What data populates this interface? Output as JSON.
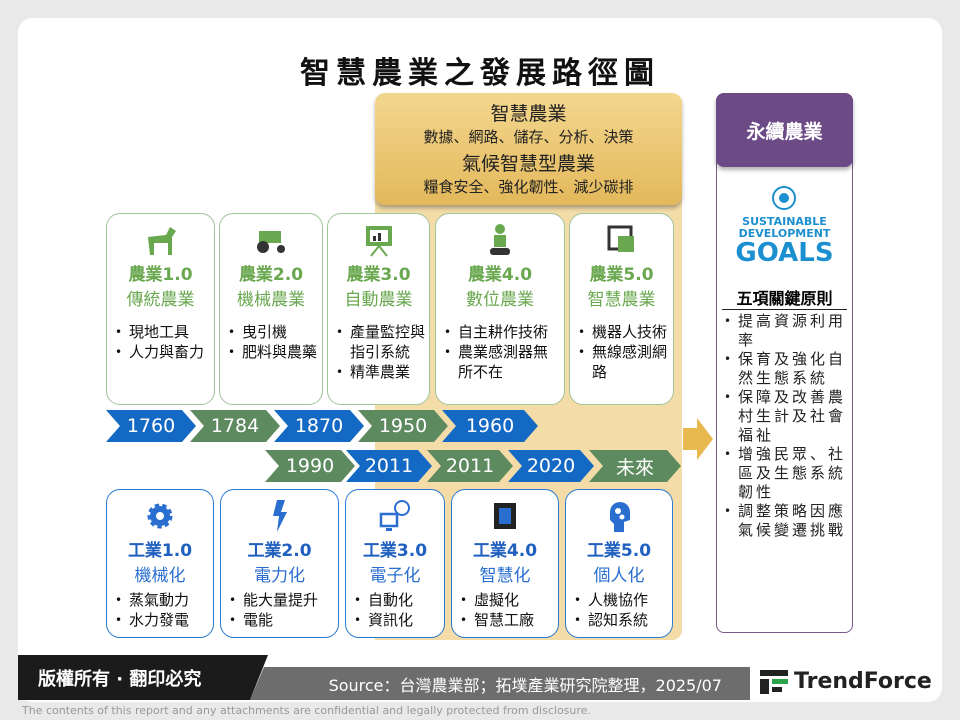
{
  "title": "智慧農業之發展路徑圖",
  "smart_box": {
    "h1": "智慧農業",
    "s1": "數據、網路、儲存、分析、決策",
    "h2": "氣候智慧型農業",
    "s2": "糧食安全、強化韌性、減少碳排"
  },
  "agriculture": [
    {
      "icon": "horse-icon",
      "title": "農業1.0",
      "subtitle": "傳統農業",
      "items": [
        "現地工具",
        "人力與畜力"
      ]
    },
    {
      "icon": "tractor-icon",
      "title": "農業2.0",
      "subtitle": "機械農業",
      "items": [
        "曳引機",
        "肥料與農藥"
      ]
    },
    {
      "icon": "presentation-chart-icon",
      "title": "農業3.0",
      "subtitle": "自動農業",
      "items": [
        "產量監控與指引系統",
        "精準農業"
      ]
    },
    {
      "icon": "robot-icon",
      "title": "農業4.0",
      "subtitle": "數位農業",
      "items": [
        "自主耕作技術",
        "農業感測器無所不在"
      ]
    },
    {
      "icon": "wireless-tablet-icon",
      "title": "農業5.0",
      "subtitle": "智慧農業",
      "items": [
        "機器人技術",
        "無線感測網路"
      ]
    }
  ],
  "timeline_agri": [
    "1760",
    "1784",
    "1870",
    "1950",
    "1960"
  ],
  "timeline_ind": [
    "1990",
    "2011",
    "2011",
    "2020",
    "未來"
  ],
  "industry": [
    {
      "icon": "gear-icon",
      "title": "工業1.0",
      "subtitle": "機械化",
      "items": [
        "蒸氣動力",
        "水力發電"
      ]
    },
    {
      "icon": "lightning-icon",
      "title": "工業2.0",
      "subtitle": "電力化",
      "items": [
        "能大量提升",
        "電能"
      ]
    },
    {
      "icon": "cloud-computer-icon",
      "title": "工業3.0",
      "subtitle": "電子化",
      "items": [
        "自動化",
        "資訊化"
      ]
    },
    {
      "icon": "chip-icon",
      "title": "工業4.0",
      "subtitle": "智慧化",
      "items": [
        "虛擬化",
        "智慧工廠"
      ]
    },
    {
      "icon": "head-gears-icon",
      "title": "工業5.0",
      "subtitle": "個人化",
      "items": [
        "人機協作",
        "認知系統"
      ]
    }
  ],
  "sustainable": {
    "header": "永續農業",
    "logo_text": [
      "SUSTAINABLE",
      "DEVELOPMENT",
      "GOALS"
    ],
    "principles_title": "五項關鍵原則",
    "principles": [
      "提高資源利用率",
      "保育及強化自然生態系統",
      "保障及改善農村生計及社會福祉",
      "增強民眾、社區及生態系統韌性",
      "調整策略因應氣候變遷挑戰"
    ]
  },
  "footer": {
    "copyright": "版權所有 · 翻印必究",
    "source": "Source：台灣農業部；拓墣產業研究院整理，2025/07",
    "brand": "TrendForce",
    "disclaimer": "The contents of this report and any attachments are confidential and legally protected from disclosure."
  },
  "colors": {
    "agri_green": "#6aa84f",
    "ind_blue": "#1f5fbf",
    "gold": "#e3b85b",
    "purple": "#6b4a86"
  }
}
